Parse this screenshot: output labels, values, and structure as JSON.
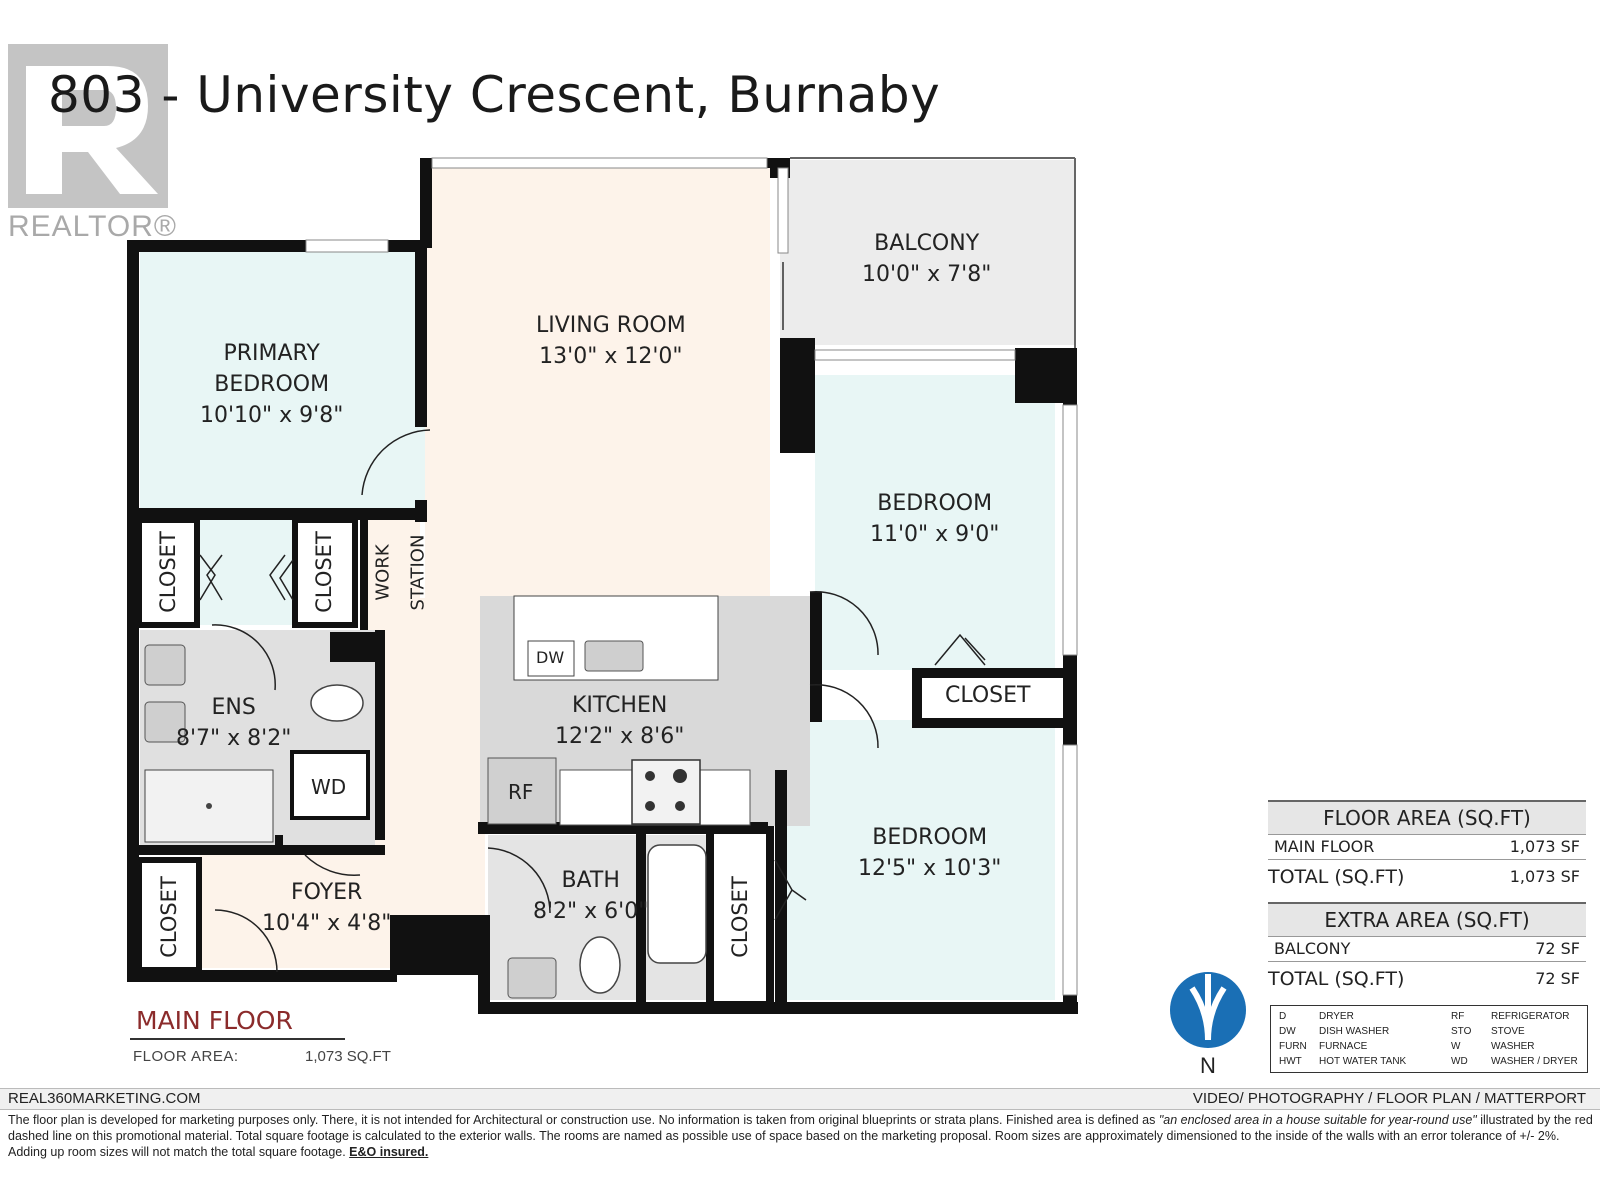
{
  "title": "803 - University Crescent, Burnaby",
  "logo": {
    "text": "REALTOR®"
  },
  "rooms": {
    "balcony": {
      "name": "BALCONY",
      "size": "10'0\" x 7'8\""
    },
    "living": {
      "name": "LIVING ROOM",
      "size": "13'0\" x 12'0\""
    },
    "primary": {
      "name1": "PRIMARY",
      "name2": "BEDROOM",
      "size": "10'10\" x 9'8\""
    },
    "bedroom1": {
      "name": "BEDROOM",
      "size": "11'0\" x 9'0\""
    },
    "bedroom2": {
      "name": "BEDROOM",
      "size": "12'5\" x 10'3\""
    },
    "kitchen": {
      "name": "KITCHEN",
      "size": "12'2\" x 8'6\""
    },
    "ens": {
      "name": "ENS",
      "size": "8'7\" x 8'2\""
    },
    "bath": {
      "name": "BATH",
      "size": "8'2\" x 6'0\""
    },
    "foyer": {
      "name": "FOYER",
      "size": "10'4\" x 4'8\""
    },
    "closet": "CLOSET",
    "work1": "WORK",
    "work2": "STATION",
    "dw": "DW",
    "rf": "RF",
    "wd": "WD"
  },
  "main_floor": {
    "heading": "MAIN FLOOR",
    "label": "FLOOR AREA:",
    "value": "1,073 SQ.FT"
  },
  "area_table": {
    "floor_header": "FLOOR AREA (SQ.FT)",
    "main_floor_label": "MAIN FLOOR",
    "main_floor_value": "1,073 SF",
    "total_label": "TOTAL (SQ.FT)",
    "total_value": "1,073 SF",
    "extra_header": "EXTRA AREA (SQ.FT)",
    "balcony_label": "BALCONY",
    "balcony_value": "72 SF",
    "extra_total_label": "TOTAL (SQ.FT)",
    "extra_total_value": "72 SF"
  },
  "compass": {
    "letter": "N"
  },
  "legend": [
    [
      "D",
      "DRYER",
      "RF",
      "REFRIGERATOR"
    ],
    [
      "DW",
      "DISH WASHER",
      "STO",
      "STOVE"
    ],
    [
      "FURN",
      "FURNACE",
      "W",
      "WASHER"
    ],
    [
      "HWT",
      "HOT WATER TANK",
      "WD",
      "WASHER / DRYER"
    ]
  ],
  "footer": {
    "left": "REAL360MARKETING.COM",
    "right": "VIDEO/ PHOTOGRAPHY / FLOOR PLAN / MATTERPORT",
    "disclaimer_a": "The floor plan is developed for marketing purposes only. There, it is not intended for Architectural or construction use. No information is  taken from original blueprints or strata plans. Finished area is defined as ",
    "disclaimer_quote": "\"an enclosed area in a house suitable for year-round use\"",
    "disclaimer_b": " illustrated by the red dashed line on this promotional material. Total square footage is calculated to the exterior walls. The rooms are named as possible use of space based on the marketing proposal. Room sizes are approximately dimensioned to the inside of the walls with an error tolerance of +/- 2%. Adding up room sizes will not match the total square footage. ",
    "disclaimer_eo": "E&O insured."
  },
  "colors": {
    "living": "#fdf3ea",
    "bedroom": "#e8f6f5",
    "kitchen": "#d9d9d9",
    "balcony": "#ececec",
    "wall": "#111111",
    "accent": "#8b2b2b",
    "compass": "#1a6fb5"
  }
}
